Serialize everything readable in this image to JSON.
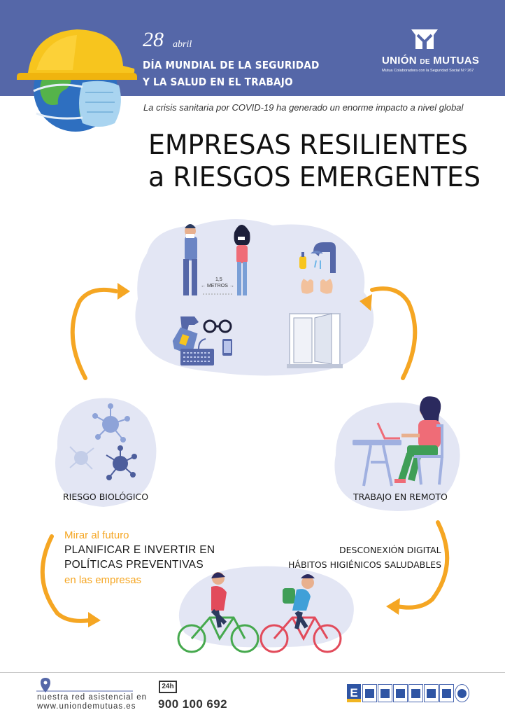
{
  "header": {
    "date_day": "28",
    "date_month": "abril",
    "day_title_1": "DÍA MUNDIAL DE LA SEGURIDAD",
    "day_title_2": "Y LA SALUD EN EL TRABAJO",
    "brand_name_1": "UNIÓN ",
    "brand_name_de": "DE",
    "brand_name_2": " MUTUAS",
    "brand_sub": "Mutua Colaboradora con la Seguridad Social N.º 267"
  },
  "subtitle": "La crisis sanitaria por COVID-19 ha generado un enorme impacto a nivel global",
  "main_title": {
    "line1": "EMPRESAS RESILIENTES",
    "line2": "a RIESGOS EMERGENTES"
  },
  "illustration": {
    "distance_value": "1,5",
    "distance_unit": "← METROS →"
  },
  "labels": {
    "risk_bio": "RIESGO BIOLÓGICO",
    "remote_work": "TRABAJO EN REMOTO"
  },
  "future": {
    "kicker": "Mirar al futuro",
    "line1": "PLANIFICAR E INVERTIR EN",
    "line2": "POLÍTICAS PREVENTIVAS",
    "line3": "en las empresas"
  },
  "habits": {
    "line1": "DESCONEXIÓN DIGITAL",
    "line2": "HÁBITOS HIGIÉNICOS SALUDABLES"
  },
  "footer": {
    "network_1": "nuestra red asistencial en",
    "network_2": "www.uniondemutuas.es",
    "badge": "24h",
    "phone": "900 100 692",
    "cert_e": "E"
  },
  "colors": {
    "header_bg": "#5567a8",
    "accent_orange": "#f5a623",
    "blob": "#e3e6f4",
    "icon_blue": "#5567a8"
  }
}
